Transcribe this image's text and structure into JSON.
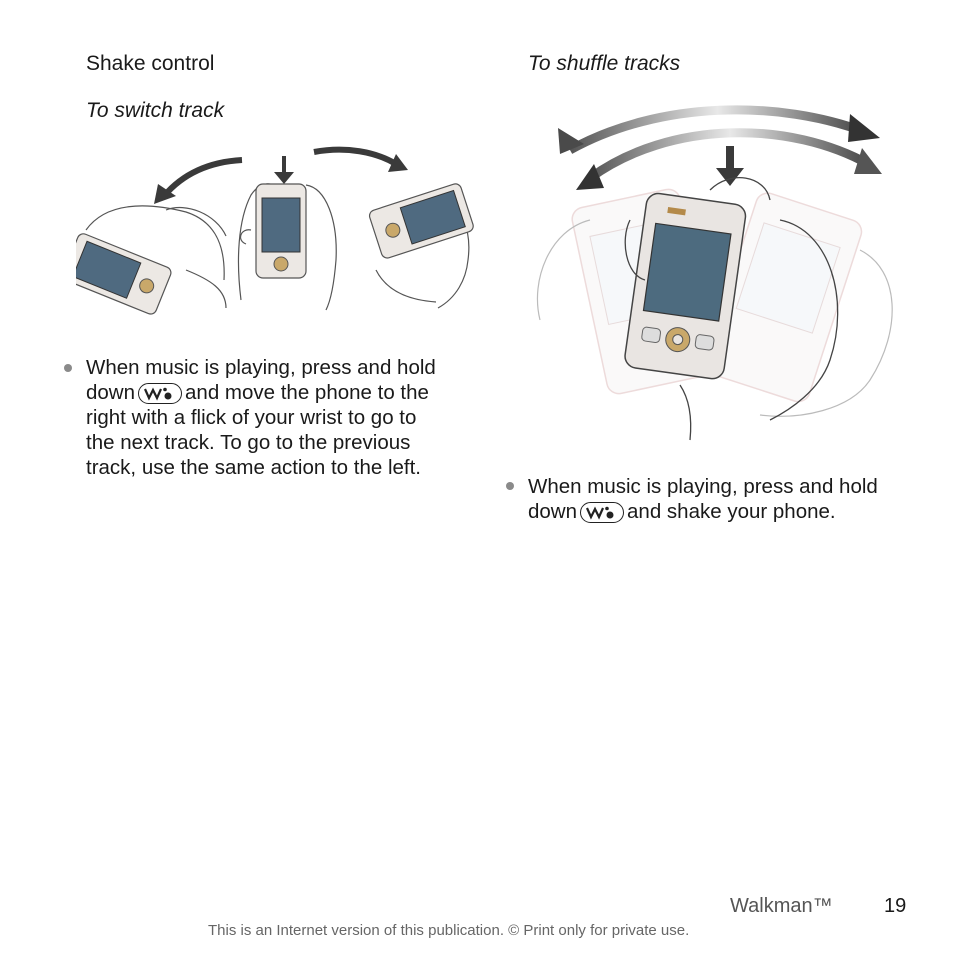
{
  "left": {
    "title": "Shake control",
    "subtitle": "To switch track",
    "instruction": {
      "part1": "When music is playing, press and hold",
      "part2": "down",
      "part3": "and move the phone to the",
      "part4": "right with a flick of your wrist to go to",
      "part5": "the next track. To go to the previous",
      "part6": "track, use the same action to the left."
    }
  },
  "right": {
    "subtitle": "To shuffle tracks",
    "instruction": {
      "part1": "When music is playing, press and hold",
      "part2": "down",
      "part3": "and shake your phone."
    }
  },
  "icons": {
    "walkman_key": "walkman-key-icon"
  },
  "footer": {
    "section": "Walkman™",
    "page_number": "19",
    "notice": "This is an Internet version of this publication. © Print only for private use."
  }
}
